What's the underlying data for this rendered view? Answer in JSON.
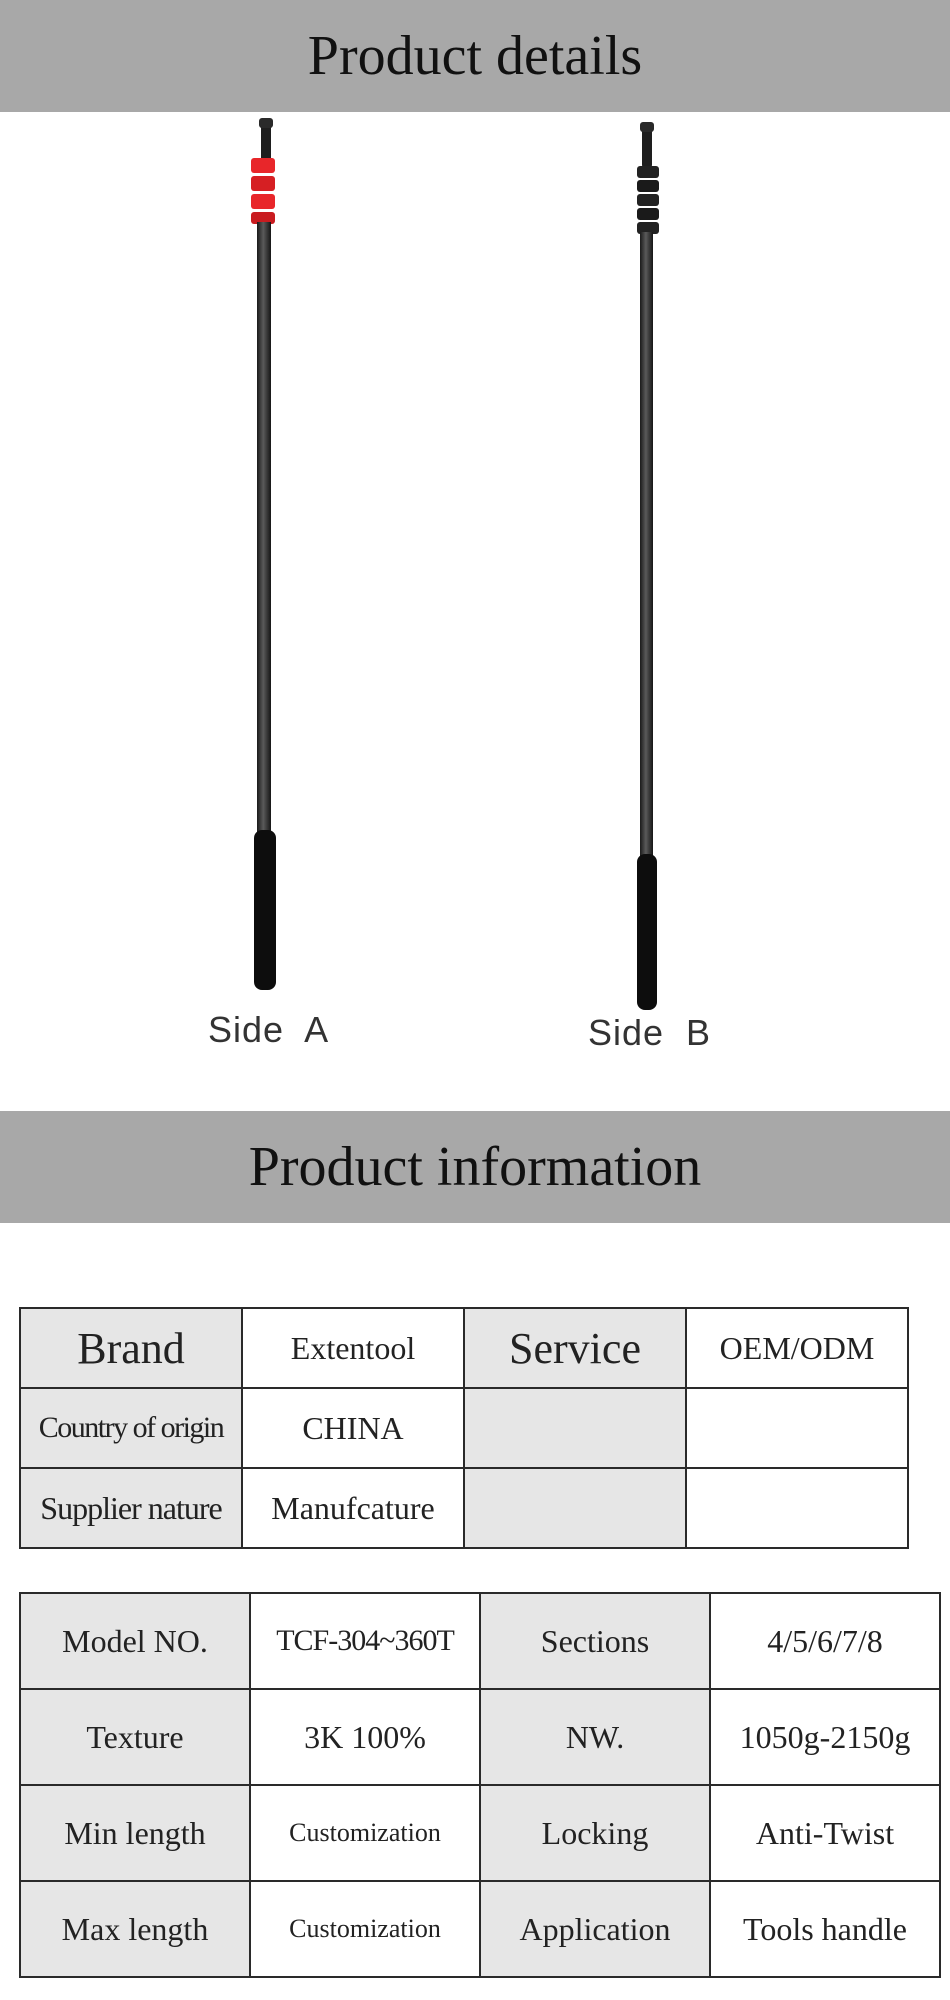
{
  "sections": {
    "details_title": "Product details",
    "info_title": "Product information"
  },
  "poles": {
    "side_a": "Side  A",
    "side_b": "Side  B",
    "accent_a": "#e8262a",
    "accent_b": "#1a1a1a"
  },
  "table1": {
    "rows": [
      [
        "Brand",
        "Extentool",
        "Service",
        "OEM/ODM"
      ],
      [
        "Country of origin",
        "CHINA",
        "",
        ""
      ],
      [
        "Supplier nature",
        "Manufcature",
        "",
        ""
      ]
    ]
  },
  "table2": {
    "rows": [
      [
        "Model NO.",
        "TCF-304~360T",
        "Sections",
        "4/5/6/7/8"
      ],
      [
        "Texture",
        "3K 100%",
        "NW.",
        "1050g-2150g"
      ],
      [
        "Min length",
        "Customization",
        "Locking",
        "Anti-Twist"
      ],
      [
        "Max length",
        "Customization",
        "Application",
        "Tools handle"
      ]
    ]
  },
  "colors": {
    "banner_bg": "#a8a8a8",
    "label_cell_bg": "#e6e6e6"
  }
}
